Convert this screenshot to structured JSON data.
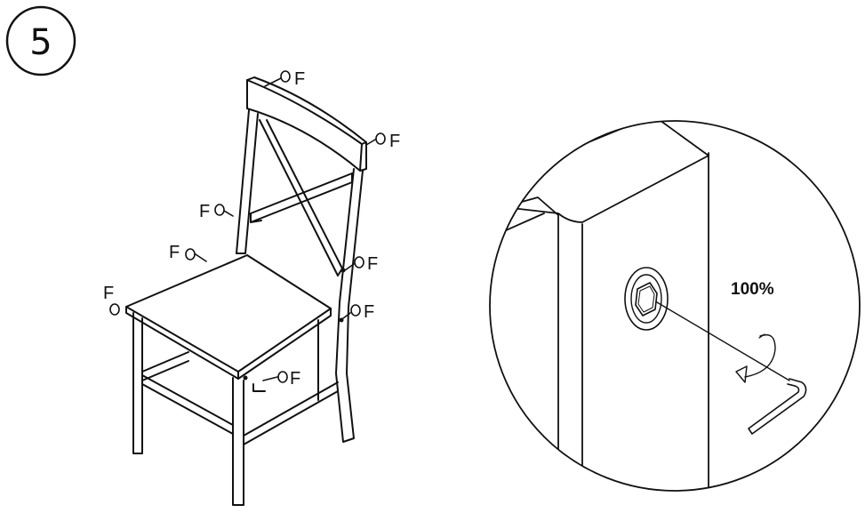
{
  "step": {
    "number": "5"
  },
  "callouts": {
    "cap_label": "F"
  },
  "detail": {
    "torque_label": "100%"
  },
  "colors": {
    "line": "#111111",
    "background": "#ffffff"
  }
}
